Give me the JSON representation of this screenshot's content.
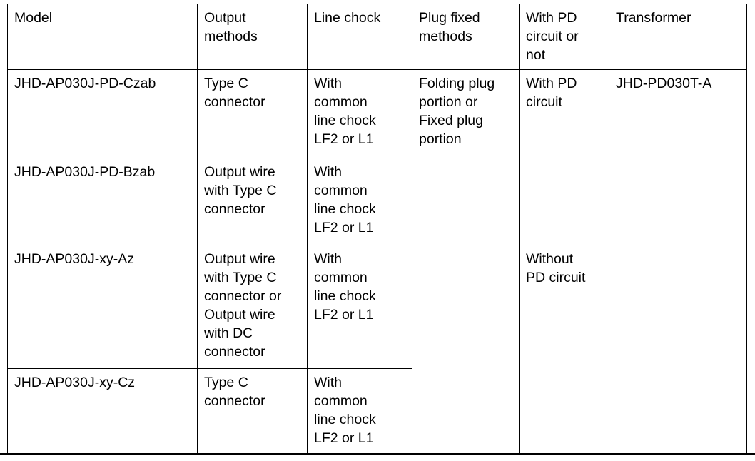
{
  "document": {
    "type": "specification-table",
    "background_color": "#ffffff",
    "text_color": "#000000",
    "border_color": "#000000"
  },
  "table": {
    "columns": [
      {
        "key": "model",
        "header": "Model"
      },
      {
        "key": "output",
        "header": "Output\nmethods"
      },
      {
        "key": "chock",
        "header": "Line chock"
      },
      {
        "key": "plug",
        "header": "Plug fixed\nmethods"
      },
      {
        "key": "pd",
        "header": "With PD\ncircuit or\nnot"
      },
      {
        "key": "transformer",
        "header": "Transformer"
      }
    ],
    "rows": [
      {
        "model": "JHD-AP030J-PD-Czab",
        "output": "Type C\nconnector",
        "chock": "With\ncommon\nline chock\nLF2 or L1",
        "plug": "Folding plug\nportion or\nFixed plug\nportion",
        "pd": "With PD\ncircuit",
        "transformer": "JHD-PD030T-A"
      },
      {
        "model": "JHD-AP030J-PD-Bzab",
        "output": "Output wire\nwith Type C\nconnector",
        "chock": "With\ncommon\nline chock\nLF2 or L1",
        "plug": "",
        "pd": "",
        "transformer": ""
      },
      {
        "model": "JHD-AP030J-xy-Az",
        "output": "Output wire\nwith Type C\nconnector or\nOutput wire\nwith DC\nconnector",
        "chock": "With\ncommon\nline chock\nLF2 or L1",
        "plug": "",
        "pd": "Without\nPD circuit",
        "transformer": ""
      },
      {
        "model": "JHD-AP030J-xy-Cz",
        "output": "Type C\nconnector",
        "chock": "With\ncommon\nline chock\nLF2 or L1",
        "plug": "",
        "pd": "",
        "transformer": ""
      }
    ],
    "merged_cells": {
      "plug_fixed_methods_value": {
        "row_start": 1,
        "row_span": 4
      },
      "with_pd_circuit_value": {
        "row_start": 1,
        "row_span": 2
      },
      "without_pd_circuit_value": {
        "row_start": 3,
        "row_span": 2
      },
      "transformer_value": {
        "row_start": 1,
        "row_span": 4
      }
    }
  }
}
